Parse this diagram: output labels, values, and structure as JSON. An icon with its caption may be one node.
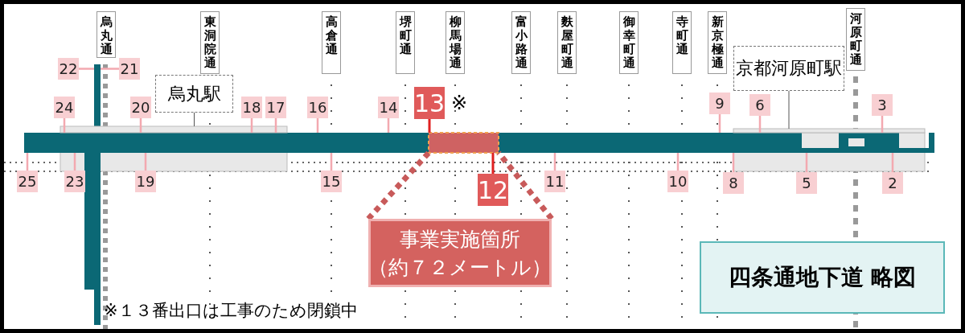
{
  "diagram": {
    "title": "四条通地下道 略図",
    "nodes": [
      {
        "text": [],
        "shape": "bar"
      },
      {
        "text": [],
        "shape": "bar",
        "in": 0
      },
      {
        "text": [
          "烏丸駅"
        ]
      },
      {
        "text": [
          "京都河原町駅"
        ]
      },
      {
        "text": [
          "事業実施箇所（約７２メートル）"
        ]
      },
      {
        "text": [
          "烏丸通"
        ]
      },
      {
        "text": [
          "東洞院通"
        ]
      },
      {
        "text": [
          "高倉通"
        ]
      },
      {
        "text": [
          "堺町通"
        ]
      },
      {
        "text": [
          "柳馬場通"
        ]
      },
      {
        "text": [
          "富小路通"
        ]
      },
      {
        "text": [
          "麩屋町通"
        ]
      },
      {
        "text": [
          "御幸町通"
        ]
      },
      {
        "text": [
          "寺町通"
        ]
      },
      {
        "text": [
          "新京極通"
        ]
      },
      {
        "text": [
          "河原町通"
        ]
      },
      {
        "text": [
          "22"
        ]
      },
      {
        "text": [
          "21"
        ]
      },
      {
        "text": [
          "24"
        ]
      },
      {
        "text": [
          "20"
        ]
      },
      {
        "text": [
          "18"
        ]
      },
      {
        "text": [
          "17"
        ]
      },
      {
        "text": [
          "16"
        ]
      },
      {
        "text": [
          "14"
        ]
      },
      {
        "text": [
          "13"
        ],
        "beside": [
          "※"
        ]
      },
      {
        "text": [
          "9"
        ]
      },
      {
        "text": [
          "6"
        ]
      },
      {
        "text": [
          "3"
        ]
      },
      {
        "text": [
          "25"
        ]
      },
      {
        "text": [
          "23"
        ]
      },
      {
        "text": [
          "19"
        ]
      },
      {
        "text": [
          "15"
        ]
      },
      {
        "text": [
          "12"
        ]
      },
      {
        "text": [
          "11"
        ]
      },
      {
        "text": [
          "10"
        ]
      },
      {
        "text": [
          "8"
        ]
      },
      {
        "text": [
          "5"
        ]
      },
      {
        "text": [
          "2"
        ]
      },
      {
        "text": [],
        "shape": "bar"
      },
      {
        "text": [],
        "shape": "bar"
      },
      {
        "text": [],
        "shape": "box"
      },
      {
        "text": [],
        "shape": "box"
      }
    ],
    "edges": [
      {
        "from": 2,
        "to": 40,
        "arrow": "none",
        "color": "#555555"
      },
      {
        "from": 3,
        "to": 41,
        "arrow": "none",
        "color": "#555555"
      },
      {
        "from": 4,
        "to": 1,
        "arrow": "none",
        "style": "dashed",
        "color": "#c85a5a"
      },
      {
        "from": 4,
        "to": 1,
        "arrow": "none",
        "style": "dashed",
        "color": "#c85a5a"
      },
      {
        "from": 16,
        "to": 38,
        "arrow": "none"
      },
      {
        "from": 17,
        "to": 38,
        "arrow": "none"
      },
      {
        "from": 18,
        "to": 0,
        "arrow": "none"
      },
      {
        "from": 19,
        "to": 0,
        "arrow": "none"
      },
      {
        "from": 20,
        "to": 0,
        "arrow": "none"
      },
      {
        "from": 21,
        "to": 0,
        "arrow": "none"
      },
      {
        "from": 22,
        "to": 0,
        "arrow": "none"
      },
      {
        "from": 23,
        "to": 0,
        "arrow": "none"
      },
      {
        "from": 24,
        "to": 1,
        "arrow": "none",
        "color": "#e02020"
      },
      {
        "from": 25,
        "to": 0,
        "arrow": "none"
      },
      {
        "from": 26,
        "to": 0,
        "arrow": "none"
      },
      {
        "from": 27,
        "to": 0,
        "arrow": "none"
      },
      {
        "from": 28,
        "to": 0,
        "arrow": "none"
      },
      {
        "from": 29,
        "to": 0,
        "arrow": "none"
      },
      {
        "from": 30,
        "to": 0,
        "arrow": "none"
      },
      {
        "from": 31,
        "to": 0,
        "arrow": "none"
      },
      {
        "from": 32,
        "to": 1,
        "arrow": "none",
        "color": "#e02020"
      },
      {
        "from": 33,
        "to": 0,
        "arrow": "none"
      },
      {
        "from": 34,
        "to": 0,
        "arrow": "none"
      },
      {
        "from": 35,
        "to": 0,
        "arrow": "none"
      },
      {
        "from": 36,
        "to": 0,
        "arrow": "none"
      },
      {
        "from": 37,
        "to": 0,
        "arrow": "none"
      }
    ],
    "labels": [
      "※１３番出口は工事のため閉鎖中"
    ]
  }
}
